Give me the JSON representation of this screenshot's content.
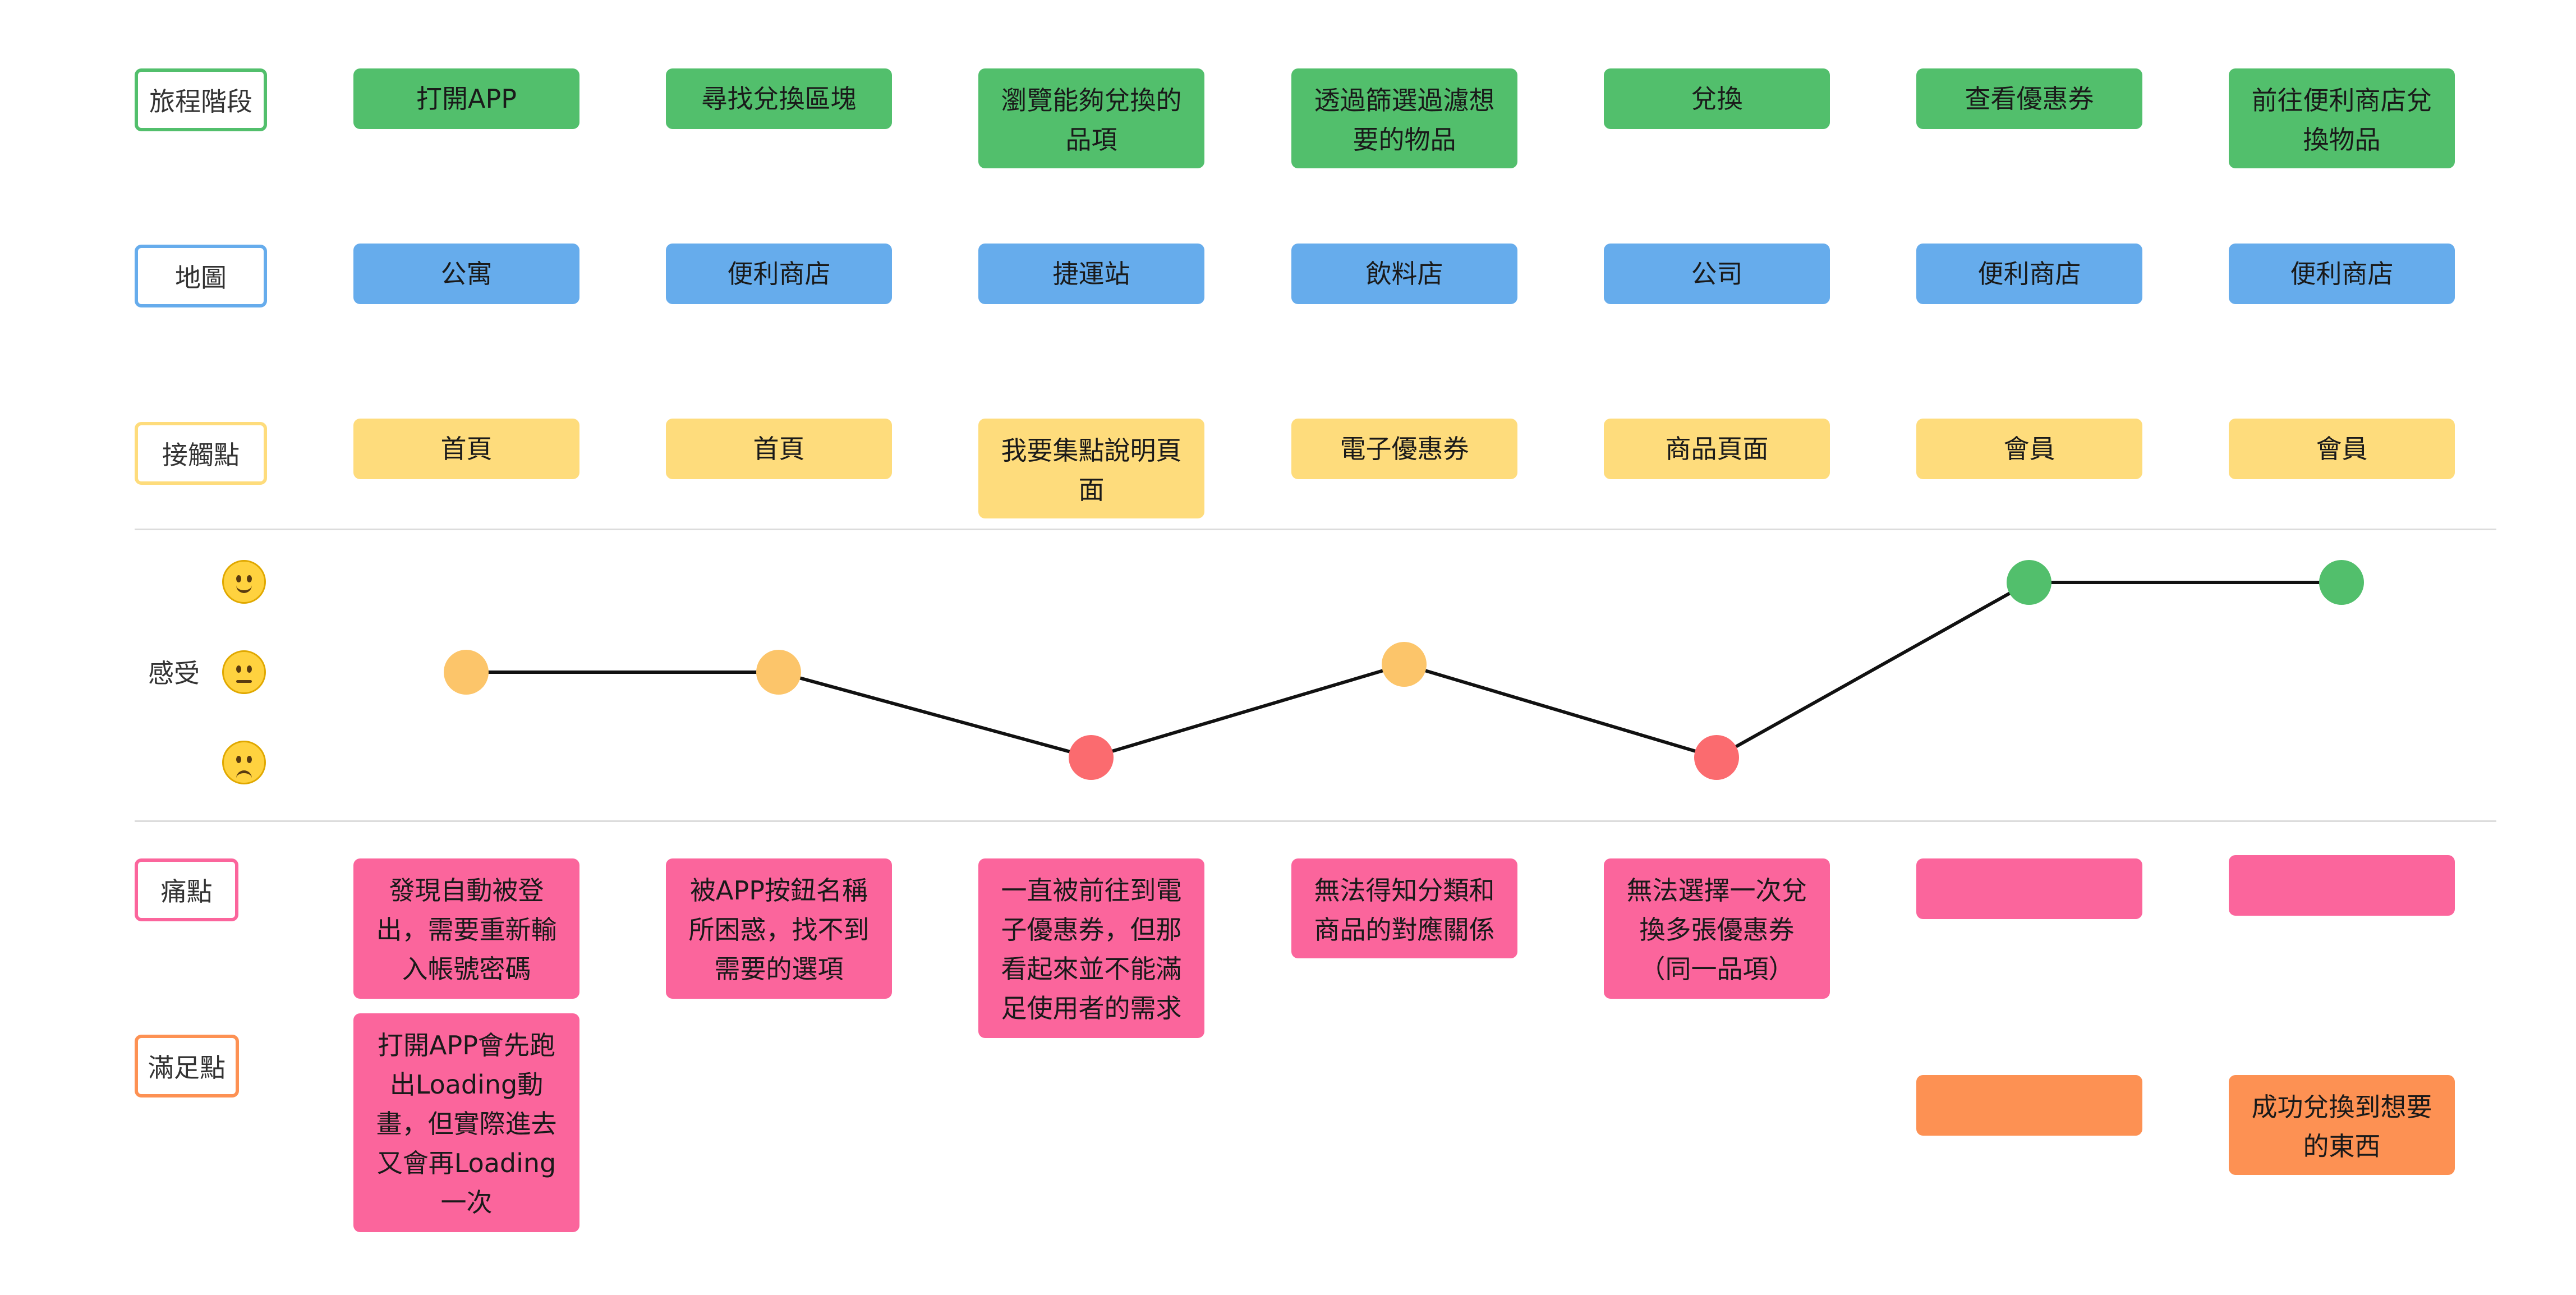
{
  "rows": {
    "stage": "旅程階段",
    "map": "地圖",
    "touchpoint": "接觸點",
    "feeling": "感受",
    "pain": "痛點",
    "satisfaction": "滿足點"
  },
  "colors": {
    "stage": "#52bf6c",
    "map": "#66acec",
    "touchpoint": "#fedc7c",
    "pain": "#fb659c",
    "satisfaction": "#fd9153",
    "happy": "#52bf6c",
    "neutral": "#fcc56a",
    "sad": "#fb6b6f"
  },
  "feeling_scale": [
    "smiling-face-icon",
    "neutral-face-icon",
    "frowning-face-icon"
  ],
  "columns": [
    {
      "stage": "打開APP",
      "map": "公寓",
      "touchpoint": "首頁",
      "feeling": "neutral",
      "pain": "發現自動被登出，需要重新輸入帳號密碼",
      "satisfaction": "打開APP會先跑出Loading動畫，但實際進去又會再Loading一次"
    },
    {
      "stage": "尋找兌換區塊",
      "map": "便利商店",
      "touchpoint": "首頁",
      "feeling": "neutral",
      "pain": "被APP按鈕名稱所困惑，找不到需要的選項",
      "satisfaction": ""
    },
    {
      "stage": "瀏覽能夠兌換的品項",
      "map": "捷運站",
      "touchpoint": "我要集點說明頁面",
      "feeling": "sad",
      "pain": "一直被前往到電子優惠券，但那看起來並不能滿足使用者的需求",
      "satisfaction": ""
    },
    {
      "stage": "透過篩選過濾想要的物品",
      "map": "飲料店",
      "touchpoint": "電子優惠券",
      "feeling": "neutral",
      "pain": "無法得知分類和商品的對應關係",
      "satisfaction": ""
    },
    {
      "stage": "兌換",
      "map": "公司",
      "touchpoint": "商品頁面",
      "feeling": "sad",
      "pain": "無法選擇一次兌換多張優惠券（同一品項）",
      "satisfaction": ""
    },
    {
      "stage": "查看優惠券",
      "map": "便利商店",
      "touchpoint": "會員",
      "feeling": "happy",
      "pain": "",
      "satisfaction": ""
    },
    {
      "stage": "前往便利商店兌換物品",
      "map": "便利商店",
      "touchpoint": "會員",
      "feeling": "happy",
      "pain": "",
      "satisfaction": "成功兌換到想要的東西"
    }
  ]
}
